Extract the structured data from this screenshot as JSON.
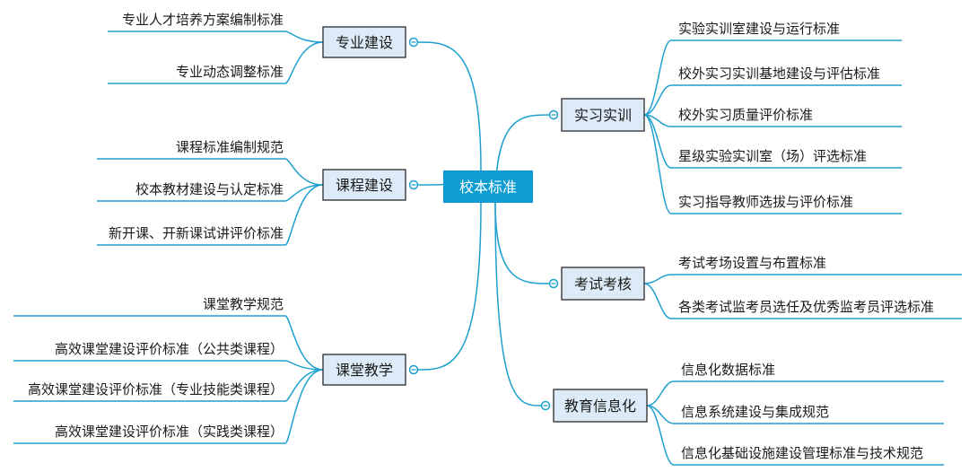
{
  "root": {
    "label": "校本标准"
  },
  "branches": [
    {
      "label": "专业建设",
      "leaves": [
        "专业人才培养方案编制标准",
        "专业动态调整标准"
      ]
    },
    {
      "label": "课程建设",
      "leaves": [
        "课程标准编制规范",
        "校本教材建设与认定标准",
        "新开课、开新课试讲评价标准"
      ]
    },
    {
      "label": "课堂教学",
      "leaves": [
        "课堂教学规范",
        "高效课堂建设评价标准（公共类课程）",
        "高效课堂建设评价标准（专业技能类课程）",
        "高效课堂建设评价标准（实践类课程）"
      ]
    },
    {
      "label": "实习实训",
      "leaves": [
        "实验实训室建设与运行标准",
        "校外实习实训基地建设与评估标准",
        "校外实习质量评价标准",
        "星级实验实训室（场）评选标准",
        "实习指导教师选拔与评价标准"
      ]
    },
    {
      "label": "考试考核",
      "leaves": [
        "考试考场设置与布置标准",
        "各类考试监考员选任及优秀监考员评选标准"
      ]
    },
    {
      "label": "教育信息化",
      "leaves": [
        "信息化数据标准",
        "信息系统建设与集成规范",
        "信息化基础设施建设管理标准与技术规范"
      ]
    }
  ],
  "colors": {
    "line": "#1ea0cf",
    "root_fill": "#0f9dd1",
    "root_text": "#ffffff",
    "branch_fill": "#dcebf7",
    "branch_border": "#2a2a2a",
    "text": "#1a1a1a"
  }
}
